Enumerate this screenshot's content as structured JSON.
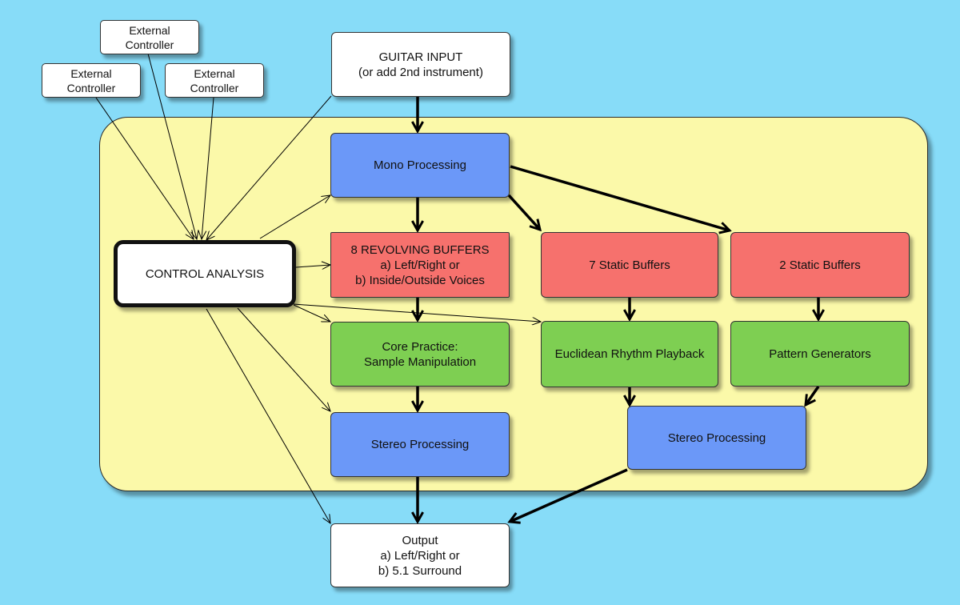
{
  "nodes": {
    "ext_top": {
      "lines": [
        "External",
        "Controller"
      ]
    },
    "ext_left": {
      "lines": [
        "External",
        "Controller"
      ]
    },
    "ext_right": {
      "lines": [
        "External",
        "Controller"
      ]
    },
    "guitar": {
      "lines": [
        "GUITAR INPUT",
        "(or add 2nd instrument)"
      ]
    },
    "mono": {
      "lines": [
        "Mono Processing"
      ]
    },
    "control": {
      "lines": [
        "CONTROL ANALYSIS"
      ]
    },
    "revolving": {
      "lines": [
        "8 REVOLVING BUFFERS",
        "a) Left/Right or",
        "b) Inside/Outside Voices"
      ]
    },
    "static7": {
      "lines": [
        "7 Static Buffers"
      ]
    },
    "static2": {
      "lines": [
        "2 Static Buffers"
      ]
    },
    "core": {
      "lines": [
        "Core Practice:",
        "Sample Manipulation"
      ]
    },
    "euclid": {
      "lines": [
        "Euclidean Rhythm Playback"
      ]
    },
    "pattern": {
      "lines": [
        "Pattern Generators"
      ]
    },
    "stereo1": {
      "lines": [
        "Stereo Processing"
      ]
    },
    "stereo2": {
      "lines": [
        "Stereo Processing"
      ]
    },
    "output": {
      "lines": [
        "Output",
        "a) Left/Right or",
        "b) 5.1 Surround"
      ]
    }
  }
}
